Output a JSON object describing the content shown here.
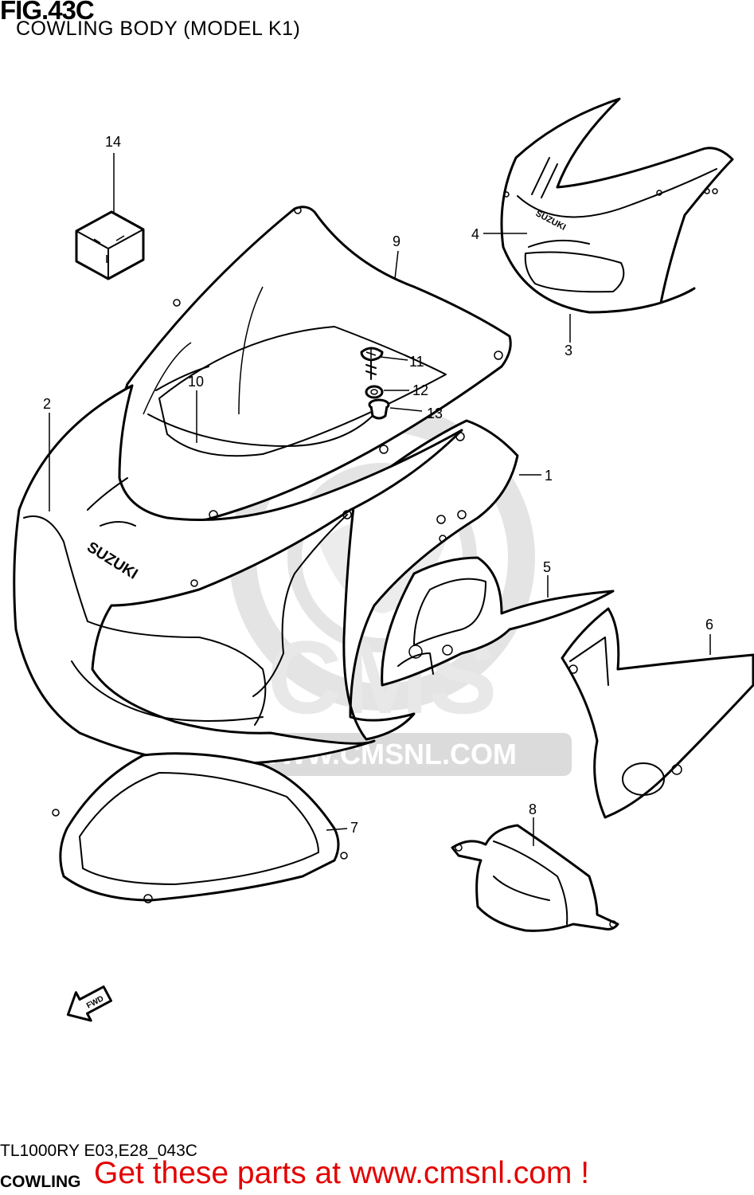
{
  "header": {
    "figure_number": "FIG.43C",
    "subtitle": "COWLING BODY (MODEL K1)"
  },
  "callouts": [
    "1",
    "2",
    "3",
    "4",
    "5",
    "6",
    "7",
    "8",
    "9",
    "10",
    "11",
    "12",
    "13",
    "14"
  ],
  "stamps": {
    "cowl_logo": "SUZUKI",
    "fairing_logo": "SUZUKI",
    "fwd_arrow": "FWD"
  },
  "watermark": {
    "brand": "CMS",
    "url": "WWW.CMSNL.COM"
  },
  "footer": {
    "model_code": "TL1000RY E03,E28_043C",
    "cta": "Get these parts at www.cmsnl.com !",
    "section_label": "COWLING"
  }
}
